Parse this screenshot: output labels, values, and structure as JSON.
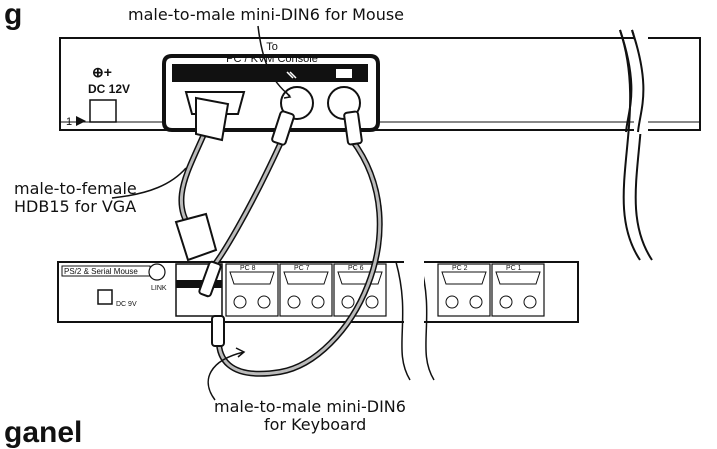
{
  "heading_fragments": {
    "top": "g",
    "bottom": "ganel"
  },
  "callouts": {
    "mouse": "male-to-male mini-DIN6 for Mouse",
    "vga_line1": "male-to-female",
    "vga_line2": "HDB15 for VGA",
    "kbd_line1": "male-to-male mini-DIN6",
    "kbd_line2": "for Keyboard"
  },
  "console_panel": {
    "to_label": "To",
    "console_label": "PC / KVM Console",
    "power_label": "DC 12V",
    "port_marker": "1",
    "power_symbol": "⊕+"
  },
  "kvm_panel": {
    "label": "PS/2 & Serial Mouse",
    "link_label": "LINK",
    "power_label": "DC 9V",
    "ports": [
      "PC 8",
      "PC 7",
      "PC 6",
      "PC 2",
      "PC 1"
    ]
  },
  "icons": [
    "mouse-port-icon",
    "keyboard-port-icon"
  ]
}
